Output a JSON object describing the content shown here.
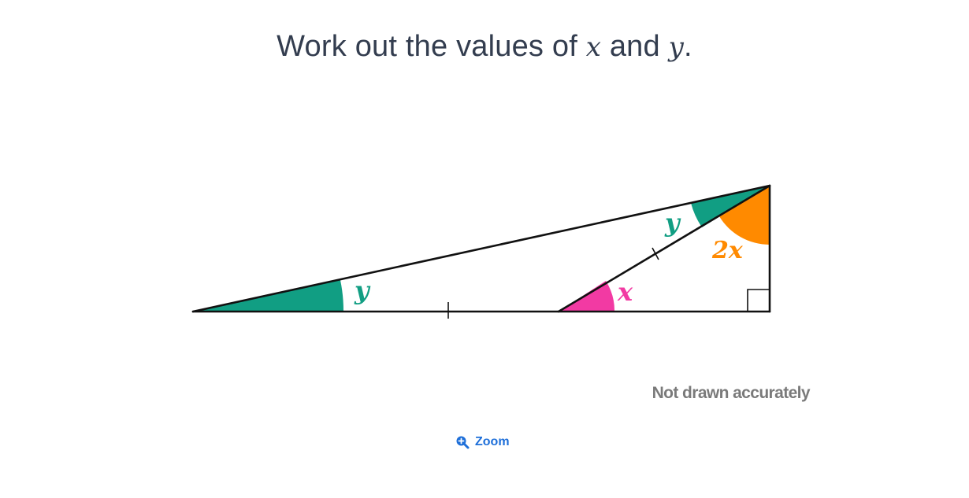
{
  "question": {
    "prefix": "Work out the values of ",
    "var1": "x",
    "middle": " and ",
    "var2": "y",
    "suffix": "."
  },
  "diagram": {
    "labels": {
      "angle_left": "y",
      "angle_top": "y",
      "angle_middle": "x",
      "angle_right_top": "2x"
    },
    "colors": {
      "green": "#119e83",
      "pink": "#f23aa3",
      "orange": "#ff8a00",
      "line": "#111111"
    }
  },
  "note": "Not drawn accurately",
  "zoom": {
    "label": "Zoom",
    "icon": "zoom-in-icon"
  }
}
